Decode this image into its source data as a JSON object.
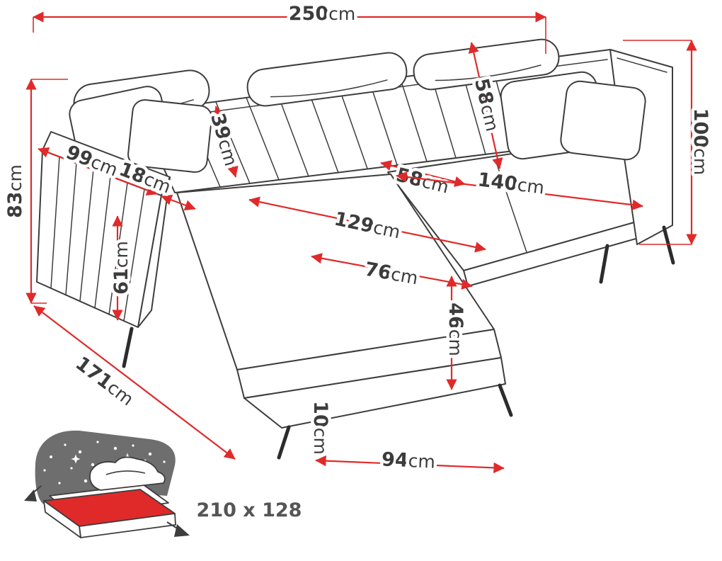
{
  "unit": "cm",
  "dims": {
    "total_width": {
      "v": "250",
      "u": "cm"
    },
    "height_right": {
      "v": "100",
      "u": "cm"
    },
    "height_left": {
      "v": "83",
      "u": "cm"
    },
    "armrest_top_length": {
      "v": "99",
      "u": "cm"
    },
    "armrest_top_width": {
      "v": "18",
      "u": "cm"
    },
    "backrest_height": {
      "v": "39",
      "u": "cm"
    },
    "headrest_width": {
      "v": "58",
      "u": "cm"
    },
    "seat_depth": {
      "v": "58",
      "u": "cm"
    },
    "seat_width": {
      "v": "140",
      "u": "cm"
    },
    "chaise_length": {
      "v": "129",
      "u": "cm"
    },
    "chaise_width": {
      "v": "76",
      "u": "cm"
    },
    "armrest_height": {
      "v": "61",
      "u": "cm"
    },
    "seat_height": {
      "v": "46",
      "u": "cm"
    },
    "leg_height": {
      "v": "10",
      "u": "cm"
    },
    "front_width": {
      "v": "94",
      "u": "cm"
    },
    "side_depth": {
      "v": "171",
      "u": "cm"
    }
  },
  "sleeping_area": {
    "label": "210 x 128"
  },
  "colors": {
    "dimension_red": "#e02a2a",
    "outline_gray": "#3d3d3d",
    "label_text": "#3c3c3c",
    "icon_blanket_gray": "#6e6e6e",
    "icon_mattress_red": "#e02a2a",
    "background": "#ffffff"
  }
}
